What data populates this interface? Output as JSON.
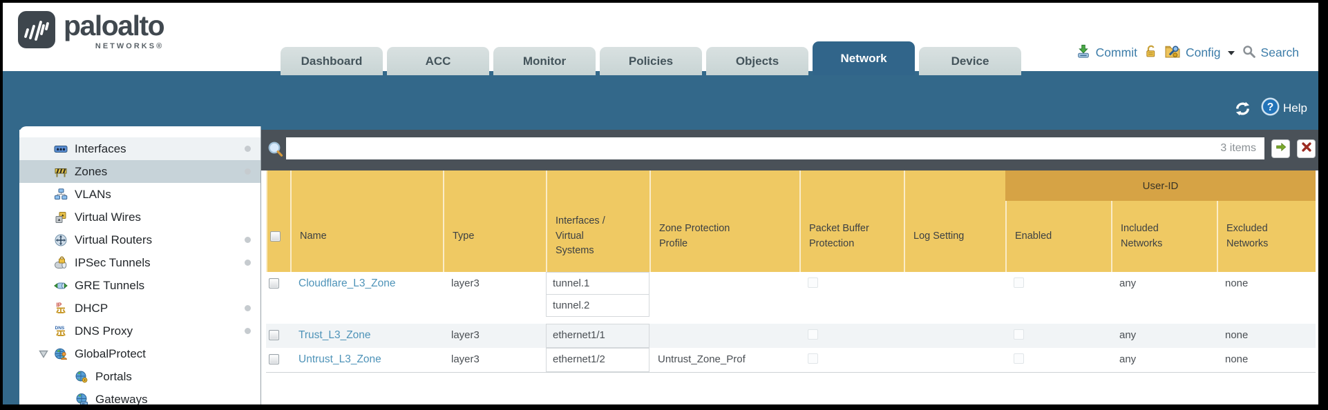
{
  "colors": {
    "band": "#33688a",
    "tab_active_bg": "#31658a",
    "filter_strip": "#4a5158",
    "table_header": "#efc963",
    "user_id_band": "#d6a345",
    "link": "#4e93b8",
    "action_link": "#3c7ca8"
  },
  "header": {
    "brand": {
      "name": "paloalto",
      "subtitle": "NETWORKS®"
    },
    "tabs": [
      {
        "label": "Dashboard",
        "active": false
      },
      {
        "label": "ACC",
        "active": false
      },
      {
        "label": "Monitor",
        "active": false
      },
      {
        "label": "Policies",
        "active": false
      },
      {
        "label": "Objects",
        "active": false
      },
      {
        "label": "Network",
        "active": true
      },
      {
        "label": "Device",
        "active": false
      }
    ],
    "actions": {
      "commit_label": "Commit",
      "config_label": "Config",
      "search_label": "Search"
    }
  },
  "toolbar": {
    "help_label": "Help"
  },
  "sidebar": {
    "items": [
      {
        "label": "Interfaces",
        "icon": "interfaces-icon",
        "dot": true,
        "selected": false,
        "indent": 0,
        "expander": false
      },
      {
        "label": "Zones",
        "icon": "zones-icon",
        "dot": true,
        "selected": true,
        "indent": 0,
        "expander": false
      },
      {
        "label": "VLANs",
        "icon": "vlans-icon",
        "dot": false,
        "selected": false,
        "indent": 0,
        "expander": false
      },
      {
        "label": "Virtual Wires",
        "icon": "virtual-wires-icon",
        "dot": false,
        "selected": false,
        "indent": 0,
        "expander": false
      },
      {
        "label": "Virtual Routers",
        "icon": "virtual-routers-icon",
        "dot": true,
        "selected": false,
        "indent": 0,
        "expander": false
      },
      {
        "label": "IPSec Tunnels",
        "icon": "ipsec-tunnels-icon",
        "dot": true,
        "selected": false,
        "indent": 0,
        "expander": false
      },
      {
        "label": "GRE Tunnels",
        "icon": "gre-tunnels-icon",
        "dot": false,
        "selected": false,
        "indent": 0,
        "expander": false
      },
      {
        "label": "DHCP",
        "icon": "dhcp-icon",
        "dot": true,
        "selected": false,
        "indent": 0,
        "expander": false
      },
      {
        "label": "DNS Proxy",
        "icon": "dns-proxy-icon",
        "dot": true,
        "selected": false,
        "indent": 0,
        "expander": false
      },
      {
        "label": "GlobalProtect",
        "icon": "globalprotect-icon",
        "dot": false,
        "selected": false,
        "indent": 0,
        "expander": true
      },
      {
        "label": "Portals",
        "icon": "portals-icon",
        "dot": false,
        "selected": false,
        "indent": 1,
        "expander": false
      },
      {
        "label": "Gateways",
        "icon": "gateways-icon",
        "dot": false,
        "selected": false,
        "indent": 1,
        "expander": false
      }
    ]
  },
  "filterbar": {
    "value": "",
    "count": "3 items"
  },
  "table": {
    "group_header": "User-ID",
    "columns": [
      {
        "id": "select",
        "label": ""
      },
      {
        "id": "name",
        "label": "Name"
      },
      {
        "id": "type",
        "label": "Type"
      },
      {
        "id": "interfaces",
        "label": "Interfaces /\nVirtual\nSystems"
      },
      {
        "id": "zone_protection_profile",
        "label": "Zone Protection\nProfile"
      },
      {
        "id": "packet_buffer_protection",
        "label": "Packet Buffer\nProtection"
      },
      {
        "id": "log_setting",
        "label": "Log Setting"
      },
      {
        "id": "user_id_enabled",
        "label": "Enabled"
      },
      {
        "id": "included_networks",
        "label": "Included\nNetworks"
      },
      {
        "id": "excluded_networks",
        "label": "Excluded\nNetworks"
      }
    ],
    "rows": [
      {
        "name": "Cloudflare_L3_Zone",
        "type": "layer3",
        "interfaces": [
          "tunnel.1",
          "tunnel.2"
        ],
        "zone_protection_profile": "",
        "packet_buffer_protection_enabled": false,
        "log_setting": "",
        "user_id_enabled": false,
        "included_networks": "any",
        "excluded_networks": "none"
      },
      {
        "name": "Trust_L3_Zone",
        "type": "layer3",
        "interfaces": [
          "ethernet1/1"
        ],
        "zone_protection_profile": "",
        "packet_buffer_protection_enabled": false,
        "log_setting": "",
        "user_id_enabled": false,
        "included_networks": "any",
        "excluded_networks": "none"
      },
      {
        "name": "Untrust_L3_Zone",
        "type": "layer3",
        "interfaces": [
          "ethernet1/2"
        ],
        "zone_protection_profile": "Untrust_Zone_Prof",
        "packet_buffer_protection_enabled": false,
        "log_setting": "",
        "user_id_enabled": false,
        "included_networks": "any",
        "excluded_networks": "none"
      }
    ]
  }
}
